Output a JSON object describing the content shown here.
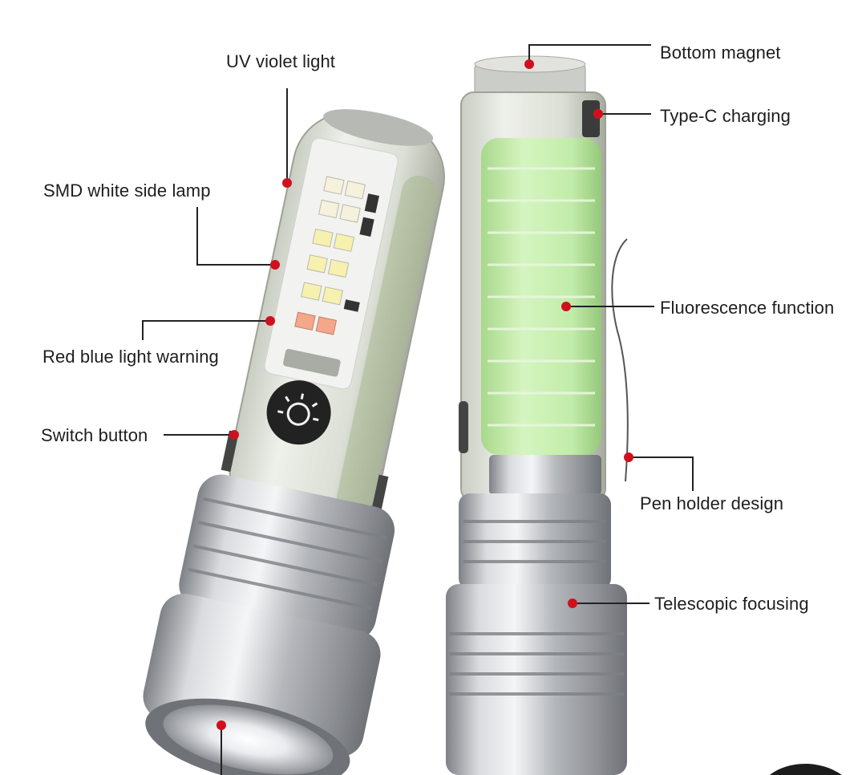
{
  "image": {
    "kind": "product-feature-photo",
    "subject": "flashlight-pair",
    "colors": {
      "background": "#ffffff",
      "label_text": "#1e1e1e",
      "leader_line": "#222222",
      "marker_dot": "#d0101e",
      "silver_metal": "#b9bcc0",
      "fluorescent_green": "#c8f0b0"
    }
  },
  "callouts": {
    "uv_violet_light": "UV violet light",
    "smd_white_side_lamp": "SMD white side lamp",
    "red_blue_light_warning": "Red blue light warning",
    "switch_button": "Switch button",
    "bottom_magnet": "Bottom magnet",
    "type_c_charging": "Type-C charging",
    "fluorescence_function": "Fluorescence function",
    "pen_holder_design": "Pen holder design",
    "telescopic_focusing": "Telescopic focusing"
  }
}
